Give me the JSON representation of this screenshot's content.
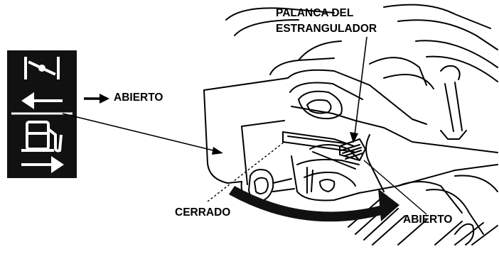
{
  "labels": {
    "choke_lever_line1": "PALANCA DEL",
    "choke_lever_line2": "ESTRANGULADOR",
    "open_top": "ABIERTO",
    "closed": "CERRADO",
    "open_bottom": "ABIERTO"
  },
  "icons": {
    "panel_symbols": [
      "choke-symbol-icon",
      "arrow-left-icon",
      "fuel-symbol-icon",
      "arrow-right-icon"
    ]
  },
  "colors": {
    "ink": "#000000",
    "paper": "#ffffff"
  }
}
